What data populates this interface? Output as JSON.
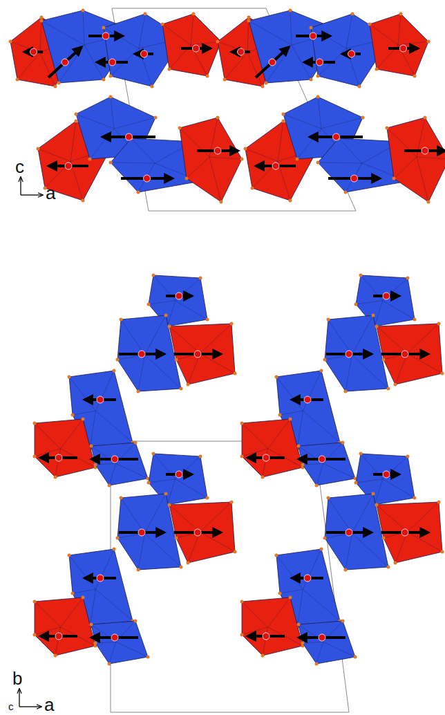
{
  "diagram": {
    "labels": [
      "c",
      "a",
      "b",
      "c",
      "a"
    ]
  }
}
